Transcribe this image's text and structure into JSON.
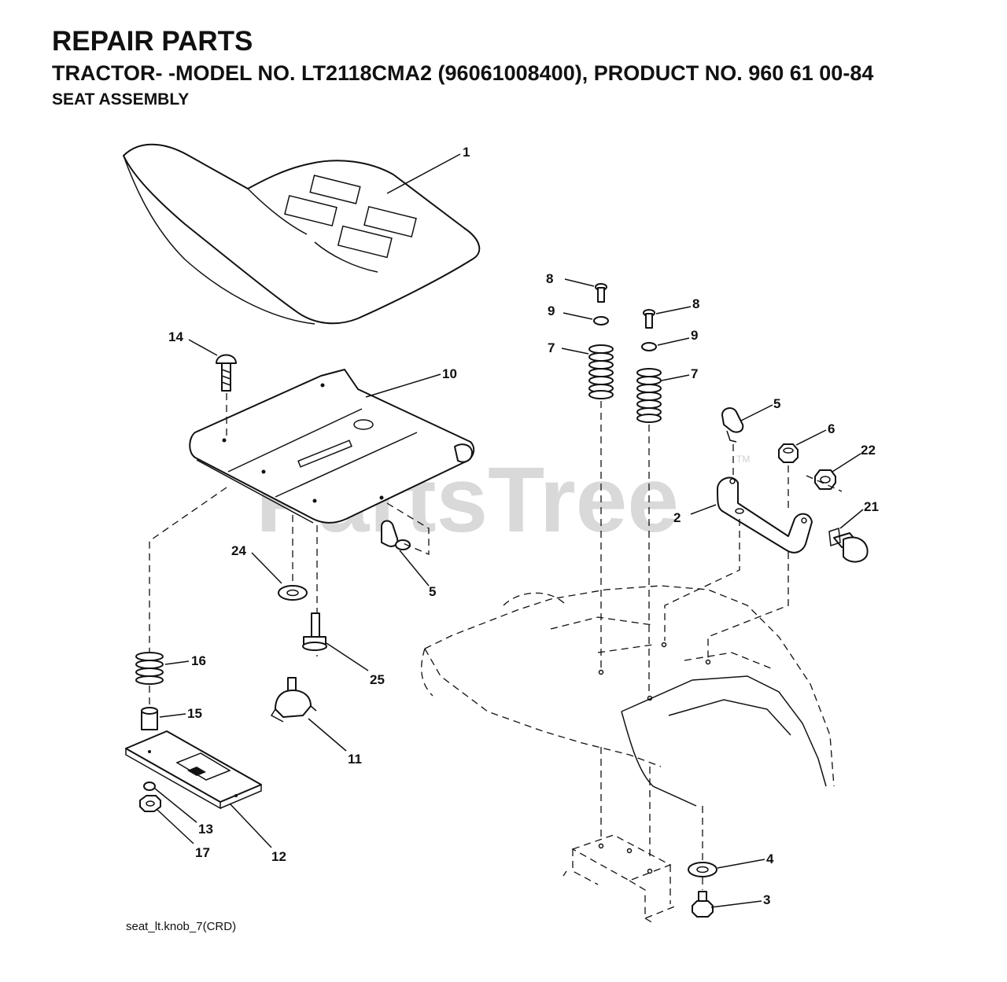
{
  "header": {
    "title": "REPAIR PARTS",
    "subtitle": "TRACTOR- -MODEL NO. LT2118CMA2 (96061008400), PRODUCT NO. 960 61 00-84",
    "section": "SEAT ASSEMBLY"
  },
  "watermark": {
    "text": "PartsTree",
    "tm": "TM"
  },
  "callouts": {
    "c1": "1",
    "c2": "2",
    "c3": "3",
    "c4": "4",
    "c5a": "5",
    "c5b": "5",
    "c6": "6",
    "c7a": "7",
    "c7b": "7",
    "c8a": "8",
    "c8b": "8",
    "c9a": "9",
    "c9b": "9",
    "c10": "10",
    "c11": "11",
    "c12": "12",
    "c13": "13",
    "c14": "14",
    "c15": "15",
    "c16": "16",
    "c17": "17",
    "c21": "21",
    "c22": "22",
    "c24": "24",
    "c25": "25"
  },
  "footer": {
    "reference": "seat_lt.knob_7(CRD)"
  },
  "colors": {
    "ink": "#111111",
    "watermark": "#d9d9d9",
    "background": "#ffffff"
  }
}
